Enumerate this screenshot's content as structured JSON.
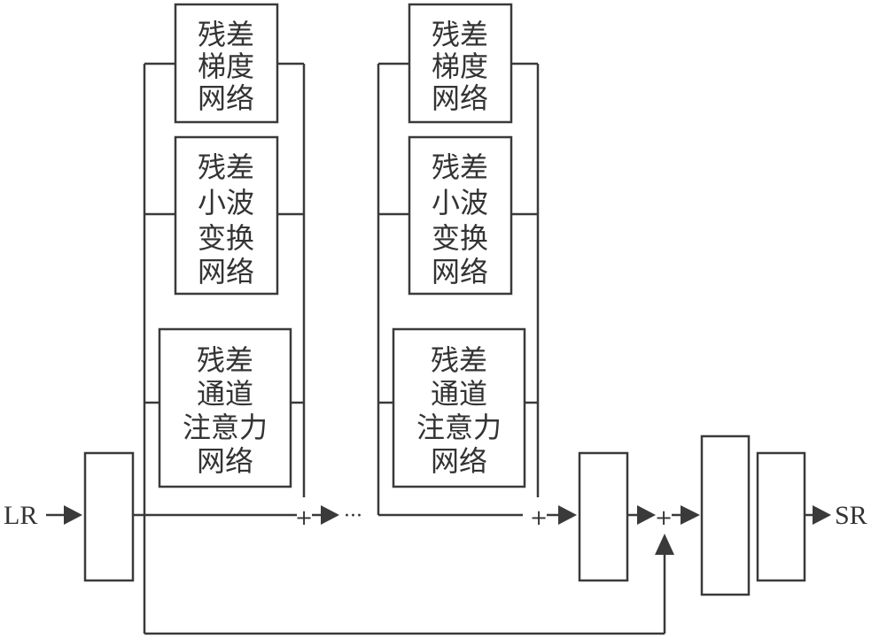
{
  "input_label": "LR",
  "output_label": "SR",
  "ellipsis": "···",
  "plus": "+",
  "groups": [
    {
      "blocks": [
        {
          "name": "residual-gradient-network",
          "lines": [
            "残差",
            "梯度",
            "网络"
          ]
        },
        {
          "name": "residual-wavelet-network",
          "lines": [
            "残差",
            "小波",
            "变换",
            "网络"
          ]
        },
        {
          "name": "residual-channel-attention-network",
          "lines": [
            "残差",
            "通道",
            "注意力",
            "网络"
          ]
        }
      ]
    },
    {
      "blocks": [
        {
          "name": "residual-gradient-network",
          "lines": [
            "残差",
            "梯度",
            "网络"
          ]
        },
        {
          "name": "residual-wavelet-network",
          "lines": [
            "残差",
            "小波",
            "变换",
            "网络"
          ]
        },
        {
          "name": "residual-channel-attention-network",
          "lines": [
            "残差",
            "通道",
            "注意力",
            "网络"
          ]
        }
      ]
    }
  ]
}
